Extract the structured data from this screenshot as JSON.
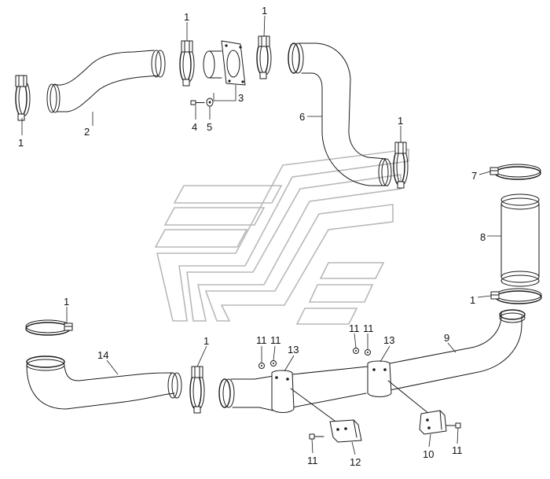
{
  "callouts": {
    "c1a": "1",
    "c1b": "1",
    "c1c": "1",
    "c1d": "1",
    "c1e": "1",
    "c1f": "1",
    "c1g": "1",
    "c2": "2",
    "c3": "3",
    "c4": "4",
    "c5": "5",
    "c6": "6",
    "c7": "7",
    "c8": "8",
    "c9": "9",
    "c10": "10",
    "c11a": "11",
    "c11b": "11",
    "c11c": "11",
    "c11d": "11",
    "c11e": "11",
    "c11f": "11",
    "c12": "12",
    "c13a": "13",
    "c13b": "13",
    "c14": "14"
  },
  "colors": {
    "line": "#1a1a1a",
    "watermark": "#b8b8b8",
    "background": "#ffffff"
  }
}
